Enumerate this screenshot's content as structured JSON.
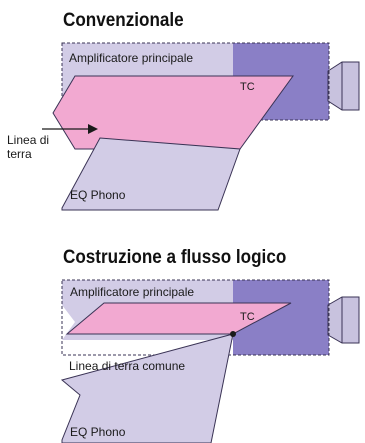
{
  "colors": {
    "amp": "#d2cce6",
    "tc": "#f2a9d1",
    "tc_purple": "#8a7fc6",
    "camera": "#c8c2de",
    "eq": "#d2cce6",
    "outline": "#3a3355"
  },
  "conventional": {
    "title": "Convenzionale",
    "amp_label": "Amplificatore principale",
    "tc_label": "TC",
    "ground_label_line1": "Linea di",
    "ground_label_line2": "terra",
    "eq_label": "EQ Phono"
  },
  "logical": {
    "title": "Costruzione a flusso logico",
    "amp_label": "Amplificatore principale",
    "tc_label": "TC",
    "ground_label": "Linea di terra comune",
    "eq_label": "EQ Phono"
  }
}
